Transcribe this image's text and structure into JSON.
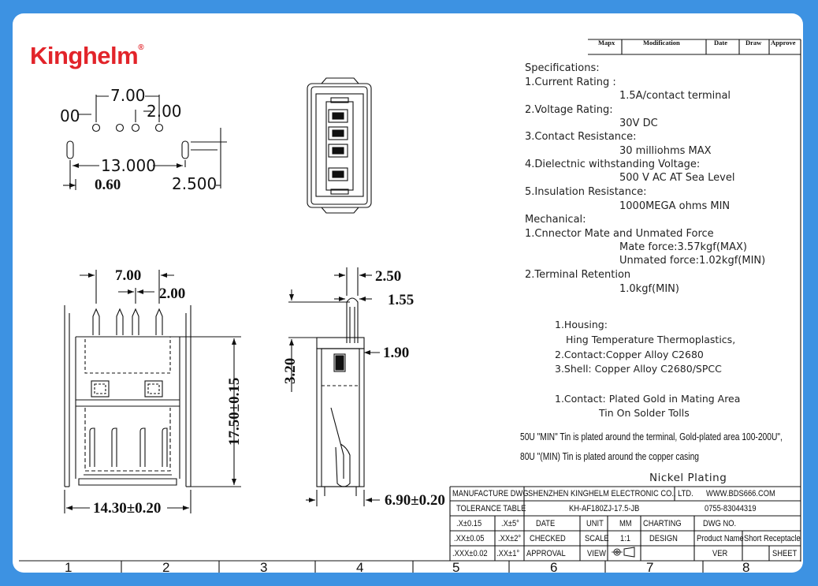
{
  "brand": {
    "name": "Kinghelm",
    "mark": "®"
  },
  "revision_header": [
    "Mapx",
    "Modification",
    "Date",
    "Draw",
    "Approve"
  ],
  "top_view": {
    "dims": [
      "7.00",
      "2.00",
      "00",
      "13.000",
      "0.60",
      "2.500"
    ]
  },
  "side_view": {
    "dims": [
      "7.00",
      "2.00",
      "17.50±0.15",
      "14.30±0.20"
    ]
  },
  "profile_view": {
    "dims": [
      "2.50",
      "1.55",
      "1.90",
      "3.20",
      "6.90±0.20"
    ]
  },
  "specifications": [
    "Specifications:",
    "1.Current Rating :",
    "1.5A/contact terminal",
    "2.Voltage Rating:",
    "30V DC",
    "3.Contact Resistance:",
    "30 milliohms MAX",
    "4.Dielectnic withstanding Voltage:",
    "500 V AC AT Sea Level",
    "5.Insulation Resistance:",
    "1000MEGA ohms MIN",
    "Mechanical:",
    "1.Cnnector Mate and Unmated Force",
    "Mate force:3.57kgf(MAX)",
    "Unmated force:1.02kgf(MIN)",
    "2.Terminal Retention",
    "1.0kgf(MIN)"
  ],
  "materials": [
    "1.Housing:",
    "Hing Temperature Thermoplastics,",
    "2.Contact:Copper Alloy C2680",
    "3.Shell: Copper Alloy C2680/SPCC",
    "1.Contact: Plated Gold in Mating Area",
    "Tin On Solder Tolls"
  ],
  "plating_notes": [
    "50U \"MIN\" Tin is plated around the terminal,  Gold-plated area 100-200U\",",
    "80U \"(MIN) Tin is plated around the copper casing",
    "Nickel  Plating"
  ],
  "title_block": {
    "manufacture_dwg": "MANUFACTURE DWG",
    "company": "SHENZHEN KINGHELM ELECTRONIC CO., LTD.",
    "website": "WWW.BDS666.COM",
    "tolerance_table": "TOLERANCE TABLE",
    "part_no": "KH-AF180ZJ-17.5-JB",
    "phone": "0755-83044319",
    "tol_x": ".X±0.15",
    "tol_x_ang": ".X±5°",
    "date": "DATE",
    "unit": "UNIT",
    "unit_val": "MM",
    "charting": "CHARTING",
    "dwg_no": "DWG NO.",
    "tol_xx": ".XX±0.05",
    "tol_xx_ang": ".XX±2°",
    "checked": "CHECKED",
    "scale": "SCALE",
    "scale_val": "1:1",
    "design": "DESIGN",
    "product_name": "Product Name",
    "product_val": "Short Receptacle",
    "tol_xxx": ".XXX±0.02",
    "tol_xxx_ang": ".XX±1°",
    "approval": "APPROVAL",
    "view": "VIEW",
    "ver": "VER",
    "sheet": "SHEET"
  },
  "zone_numbers": [
    "1",
    "2",
    "3",
    "4",
    "5",
    "6",
    "7",
    "8"
  ]
}
